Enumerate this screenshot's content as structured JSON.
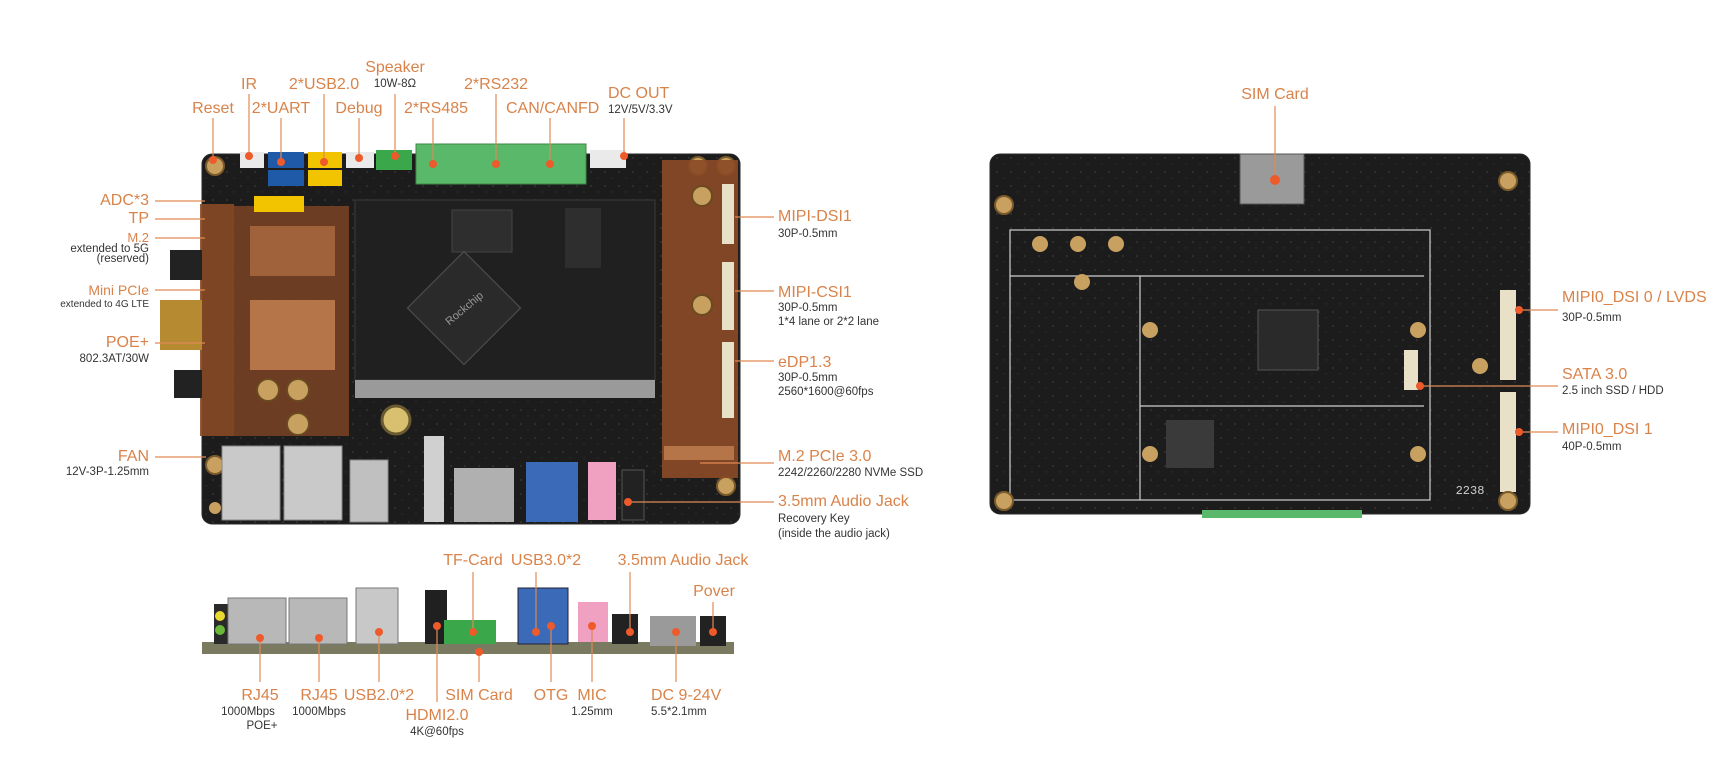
{
  "colors": {
    "label": "#d9834a",
    "leader": "#e08a55",
    "dot": "#ee5a2a",
    "pcb": "#1c1c1c",
    "sublabel": "#333333"
  },
  "top_view": {
    "top_labels": {
      "reset": "Reset",
      "ir": "IR",
      "uart": "2*UART",
      "usb20": "2*USB2.0",
      "debug": "Debug",
      "speaker": "Speaker",
      "speaker_sub": "10W-8Ω",
      "rs485": "2*RS485",
      "rs232": "2*RS232",
      "can": "CAN/CANFD",
      "dc_out": "DC OUT",
      "dc_out_sub": "12V/5V/3.3V"
    },
    "left_labels": {
      "adc": "ADC*3",
      "tp": "TP",
      "m2": "M.2",
      "m2_sub1": "extended to 5G",
      "m2_sub2": "(reserved)",
      "minipcie": "Mini PCIe",
      "minipcie_sub": "extended to 4G LTE",
      "poe": "POE+",
      "poe_sub": "802.3AT/30W",
      "fan": "FAN",
      "fan_sub": "12V-3P-1.25mm"
    },
    "right_labels": {
      "mipi_dsi1": "MIPI-DSI1",
      "mipi_dsi1_sub": "30P-0.5mm",
      "mipi_csi1": "MIPI-CSI1",
      "mipi_csi1_sub1": "30P-0.5mm",
      "mipi_csi1_sub2": "1*4 lane or 2*2 lane",
      "edp": "eDP1.3",
      "edp_sub1": "30P-0.5mm",
      "edp_sub2": "2560*1600@60fps",
      "m2pcie": "M.2 PCIe 3.0",
      "m2pcie_sub": "2242/2260/2280 NVMe SSD",
      "audio": "3.5mm Audio Jack",
      "audio_sub1": "Recovery Key",
      "audio_sub2": "(inside the audio jack)"
    }
  },
  "front_view": {
    "tf_card": "TF-Card",
    "usb30": "USB3.0*2",
    "audio_jack": "3.5mm Audio Jack",
    "power": "Pover",
    "rj45_1": "RJ45",
    "rj45_1_sub1": "1000Mbps",
    "rj45_1_sub2": "POE+",
    "rj45_2": "RJ45",
    "rj45_2_sub": "1000Mbps",
    "usb20": "USB2.0*2",
    "hdmi": "HDMI2.0",
    "hdmi_sub": "4K@60fps",
    "sim": "SIM Card",
    "otg": "OTG",
    "mic": "MIC",
    "mic_sub": "1.25mm",
    "dc": "DC 9-24V",
    "dc_sub": "5.5*2.1mm"
  },
  "bottom_view": {
    "sim": "SIM Card",
    "mipi0_dsi0": "MIPI0_DSI 0 / LVDS",
    "mipi0_dsi0_sub": "30P-0.5mm",
    "sata": "SATA 3.0",
    "sata_sub": "2.5 inch SSD / HDD",
    "mipi0_dsi1": "MIPI0_DSI 1",
    "mipi0_dsi1_sub": "40P-0.5mm"
  },
  "silkscreen": {
    "chip_brand": "Rockchip",
    "bottom_code": "2238"
  }
}
